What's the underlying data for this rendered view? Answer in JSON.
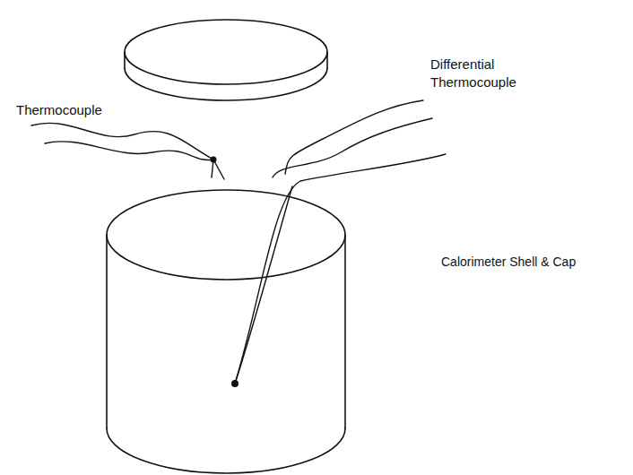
{
  "diagram": {
    "labels": [
      "Thermocouple",
      "Differential Thermocouple",
      "Calorimeter Shell & Cap"
    ]
  }
}
